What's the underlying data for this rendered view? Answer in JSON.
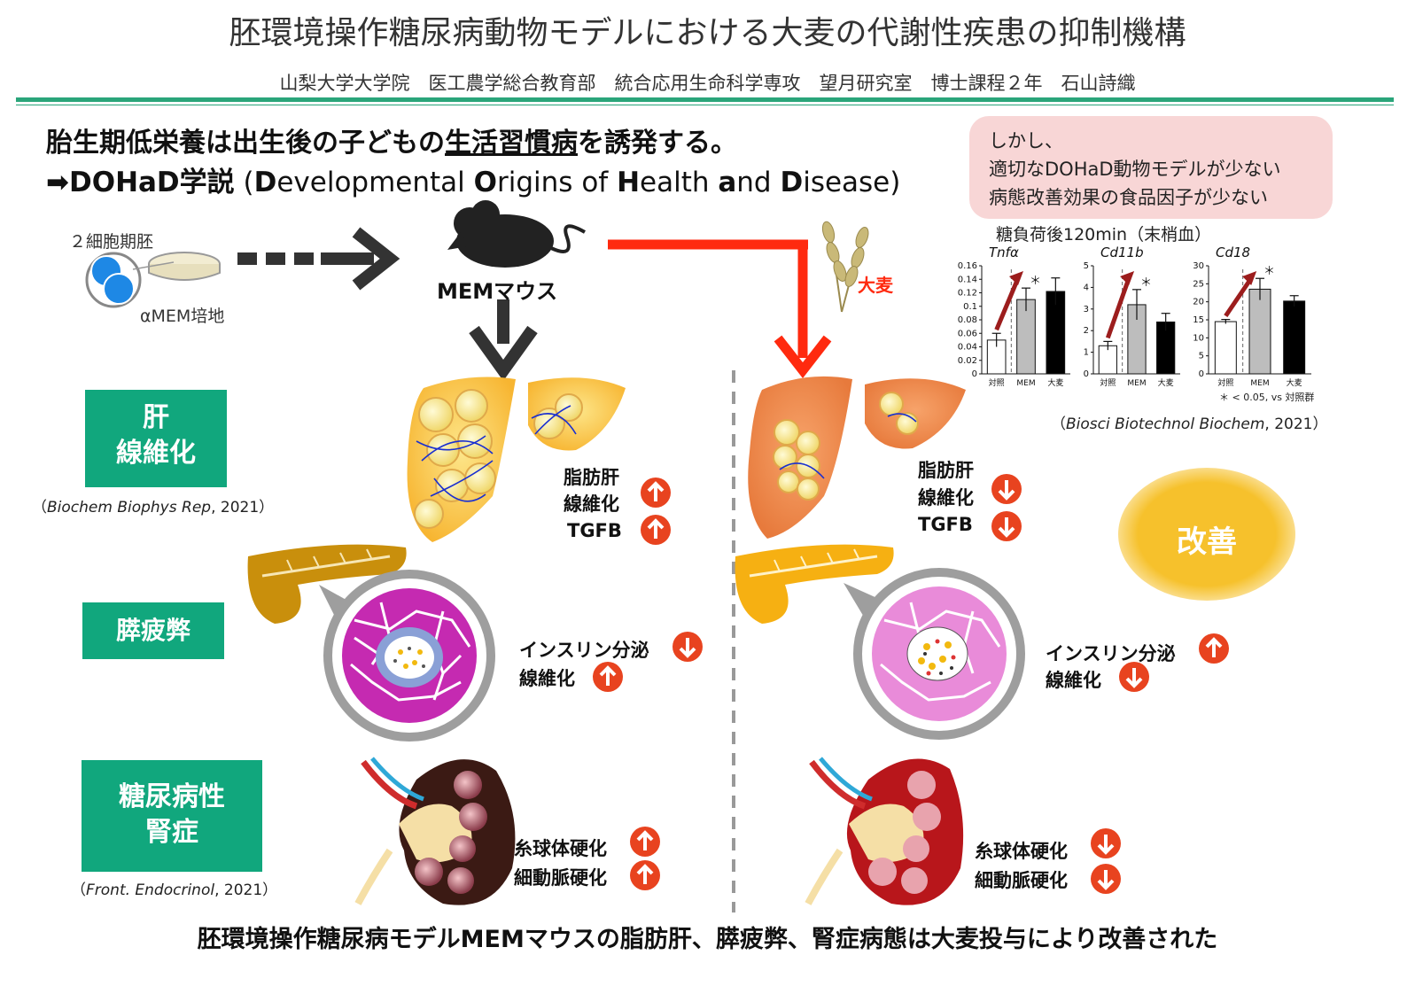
{
  "header": {
    "title": "胚環境操作糖尿病動物モデルにおける大麦の代謝性疾患の抑制機構",
    "affiliation": "山梨大学大学院　医工農学総合教育部　統合応用生命科学専攻　望月研究室　博士課程２年　石山詩織"
  },
  "lead": {
    "line1_pre": "胎生期低栄養は出生後の子どもの",
    "line1_underlined": "生活習慣病",
    "line1_post": "を誘発する。",
    "line2_arrow": "➡",
    "line2_main": "DOHaD学説",
    "line2_open": " (",
    "line2_b1": "D",
    "line2_t1": "evelopmental ",
    "line2_b2": "O",
    "line2_t2": "rigins of ",
    "line2_b3": "H",
    "line2_t3": "ealth ",
    "line2_b4": "a",
    "line2_t4": "nd ",
    "line2_b5": "D",
    "line2_t5": "isease)"
  },
  "note_box": {
    "line1": "しかし、",
    "line2": "適切なDOHaD動物モデルが少ない",
    "line3": "病態改善効果の食品因子が少ない"
  },
  "flow": {
    "embryo_label": "２細胞期胚",
    "medium_label": "αMEM培地",
    "mouse_label": "MEMマウス",
    "barley_label": "大麦"
  },
  "sections": {
    "liver": {
      "line1": "肝",
      "line2": "線維化",
      "cite_pre": "（",
      "cite_journal": "Biochem Biophys Rep",
      "cite_post": ", 2021）"
    },
    "pancreas": {
      "label": "膵疲弊"
    },
    "kidney": {
      "line1": "糖尿病性",
      "line2": "腎症",
      "cite_pre": "（",
      "cite_journal": "Front. Endocrinol",
      "cite_post": ", 2021）"
    }
  },
  "findings_mem": {
    "liver": [
      "脂肪肝",
      "線維化",
      "TGFB"
    ],
    "pancreas": [
      "インスリン分泌",
      "線維化"
    ],
    "kidney": [
      "糸球体硬化",
      "細動脈硬化"
    ]
  },
  "findings_barley": {
    "liver": [
      "脂肪肝",
      "線維化",
      "TGFB"
    ],
    "pancreas": [
      "インスリン分泌",
      "線維化"
    ],
    "kidney": [
      "糸球体硬化",
      "細動脈硬化"
    ]
  },
  "improvement_label": "改善",
  "chart_header": "糖負荷後120min（末梢血）",
  "chart_cite_pre": "（",
  "chart_cite_journal": "Biosci Biotechnol Biochem",
  "chart_cite_post": ", 2021）",
  "chart_footnote": "＊ < 0.05, vs 対照群",
  "chart_data": [
    {
      "type": "bar",
      "title": "Tnfα",
      "categories": [
        "対照",
        "MEM",
        "大麦"
      ],
      "values": [
        0.05,
        0.11,
        0.122
      ],
      "errors": [
        0.01,
        0.017,
        0.02
      ],
      "ylim": [
        0,
        0.16
      ],
      "yticks": [
        0,
        0.02,
        0.04,
        0.06,
        0.08,
        0.1,
        0.12,
        0.14,
        0.16
      ],
      "ytick_labels": [
        "0",
        "0.02",
        "0.04",
        "0.06",
        "0.08",
        "0.1",
        "0.12",
        "0.14",
        "0.16"
      ],
      "colors": [
        "#ffffff",
        "#bdbdbd",
        "#000000"
      ],
      "significance": "＊"
    },
    {
      "type": "bar",
      "title": "Cd11b",
      "categories": [
        "対照",
        "MEM",
        "大麦"
      ],
      "values": [
        1.3,
        3.2,
        2.4
      ],
      "errors": [
        0.2,
        0.7,
        0.4
      ],
      "ylim": [
        0,
        5
      ],
      "yticks": [
        0,
        1,
        2,
        3,
        4,
        5
      ],
      "ytick_labels": [
        "0",
        "1",
        "2",
        "3",
        "4",
        "5"
      ],
      "colors": [
        "#ffffff",
        "#bdbdbd",
        "#000000"
      ],
      "significance": "＊"
    },
    {
      "type": "bar",
      "title": "Cd18",
      "categories": [
        "対照",
        "MEM",
        "大麦"
      ],
      "values": [
        14.5,
        23.5,
        20.2
      ],
      "errors": [
        0.6,
        3,
        1.5
      ],
      "ylim": [
        0,
        30
      ],
      "yticks": [
        0,
        5,
        10,
        15,
        20,
        25,
        30
      ],
      "ytick_labels": [
        "0",
        "5",
        "10",
        "15",
        "20",
        "25",
        "30"
      ],
      "colors": [
        "#ffffff",
        "#bdbdbd",
        "#000000"
      ],
      "significance": "＊"
    }
  ],
  "conclusion": "胚環境操作糖尿病モデルMEMマウスの脂肪肝、膵疲弊、腎症病態は大麦投与により改善された",
  "colors": {
    "accent_green": "#11a77d",
    "arrow_red": "#e8431f",
    "box_pink": "#f8d6d6",
    "glow": "#f6c12c"
  }
}
